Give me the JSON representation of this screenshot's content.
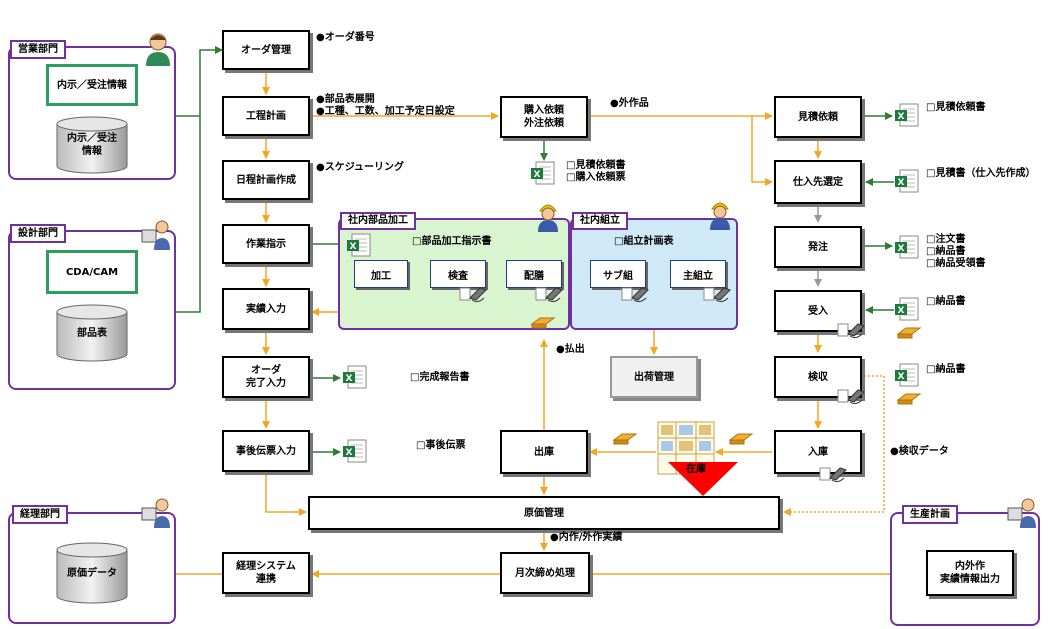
{
  "colors": {
    "arrow_orange": "#f5a623",
    "arrow_green": "#2e7d32",
    "arrow_blue": "#1f3a93",
    "arrow_gray": "#999999",
    "dept_border": "#7030a0",
    "green_fill": "#d8f5d0",
    "blue_fill": "#cfe9f7",
    "stock_red": "#ff0000"
  },
  "departments": {
    "sales": {
      "title": "営業部門",
      "item": "内示／受注情報",
      "db": "内示／受注\n情報"
    },
    "design": {
      "title": "設計部門",
      "item": "CDA/CAM",
      "db": "部品表"
    },
    "accounting": {
      "title": "経理部門",
      "db": "原価データ"
    },
    "production": {
      "title": "生産計画",
      "box": "内外作\n実績情報出力"
    }
  },
  "process": {
    "order_mgmt": "オーダ管理",
    "process_plan": "工程計画",
    "daily_plan": "日程計画作成",
    "work_instr": "作業指示",
    "results_input": "実績入力",
    "order_complete": "オーダ\n完了入力",
    "post_slip": "事後伝票入力",
    "cost_mgmt": "原価管理",
    "monthly_close": "月次締め処理",
    "accounting_link": "経理システム\n連携",
    "purchase_req": "購入依頼\n外注依頼",
    "quote_req": "見積依頼",
    "supplier_select": "仕入先選定",
    "order_place": "発注",
    "receive": "受入",
    "inspect": "検収",
    "stock_in": "入庫",
    "stock_out": "出庫",
    "shipping": "出荷管理",
    "stock_label": "在庫"
  },
  "regions": {
    "internal_parts": {
      "title": "社内部品加工",
      "doc": "□部品加工指示書",
      "steps": [
        "加工",
        "検査",
        "配膳"
      ]
    },
    "internal_assembly": {
      "title": "社内組立",
      "doc": "□組立計画表",
      "steps": [
        "サブ組",
        "主組立"
      ]
    }
  },
  "annotations": {
    "order_no": "●オーダ番号",
    "bom_expand": "●部品表展開\n●工種、工数、加工予定日設定",
    "scheduling": "●スケジューリング",
    "outsourced": "●外作品",
    "payout": "●払出",
    "inspect_data": "●検収データ",
    "in_out_results": "●内作/外作実績",
    "quote_purchase_docs": "□見積依頼書\n□購入依頼票",
    "complete_report": "□完成報告書",
    "post_slip_doc": "□事後伝票",
    "quote_req_doc": "□見積依頼書",
    "quote_doc": "□見積書（仕入先作成）",
    "order_docs": "□注文書\n□納品書\n□納品受領書",
    "delivery_doc1": "□納品書",
    "delivery_doc2": "□納品書"
  },
  "icons": [
    "person-icon",
    "worker-icon",
    "excel-icon",
    "scanner-icon",
    "gold-bar-icon",
    "warehouse-icon"
  ]
}
